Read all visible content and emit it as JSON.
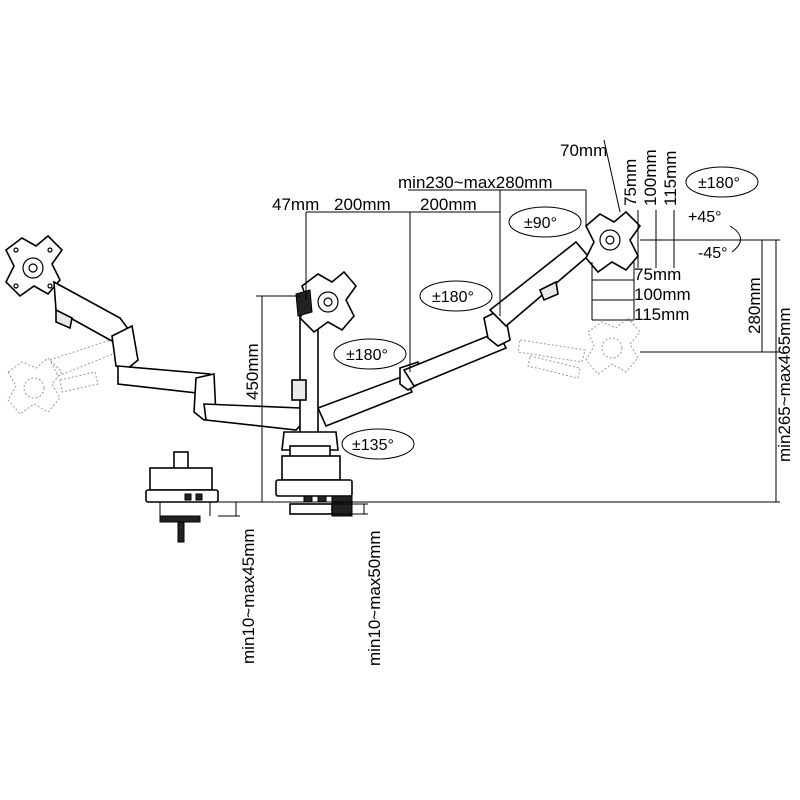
{
  "dimensions": {
    "arm_offset": "47mm",
    "arm_segment_1": "200mm",
    "arm_segment_2": "200mm",
    "arm_extension": "min230~max280mm",
    "pole_height": "450mm",
    "vesa_offset": "70mm",
    "vesa_vertical": [
      "75mm",
      "100mm",
      "115mm"
    ],
    "vesa_horizontal": [
      "75mm",
      "100mm",
      "115mm"
    ],
    "vertical_travel": "280mm",
    "total_height": "min265~max465mm",
    "clamp_thickness": "min10~max45mm",
    "grommet_thickness": "min10~max50mm"
  },
  "rotations": {
    "screen_rotation": "±180°",
    "tilt": "±90°",
    "swivel_upper": "±180°",
    "arm_rotation_center": "±180°",
    "base_rotation": "±135°",
    "tilt_up": "+45°",
    "tilt_down": "-45°"
  }
}
